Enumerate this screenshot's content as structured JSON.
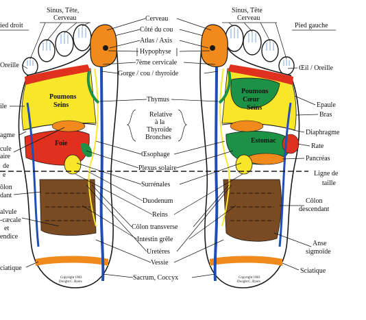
{
  "headers": {
    "right_foot": "ied droit",
    "left_foot": "Pied gauche"
  },
  "center_labels": {
    "cerveau": "Cerveau",
    "cote_du_cou": "Côté du cou",
    "atlas_axis": "Atlas / Axis",
    "hypophyse": "Hypophyse",
    "cervicale": "7ème cervicale",
    "gorge": "Gorge / cou / thyroïde",
    "thymus": "Thymus",
    "relative_1": "Relative",
    "relative_2": "à la",
    "relative_3": "Thyroïde",
    "relative_4": "Bronches",
    "oesophage": "Œsophage",
    "plexus": "Plexus solaire",
    "surrenales": "Surrénales",
    "duodenum": "Duodenum",
    "reins": "Reins",
    "colon_transverse": "Côlon transverse",
    "intestin": "Intestin grêle",
    "ureteres": "Uretères",
    "vessie": "Vessie",
    "sacrum": "Sacrum, Coccyx"
  },
  "left_side_labels": {
    "sinus_1": "Sinus, Tête,",
    "sinus_2": "Cerveau",
    "oreille": "Oreille",
    "epaule": "ile",
    "diaphragme": "agme",
    "vesicule_1": "cule",
    "vesicule_2": "aire",
    "ligne_1": "de",
    "ligne_2": "e",
    "colon_1": "ôlon",
    "colon_2": "dant",
    "valvule_1": "alvule",
    "valvule_2": "-cæcale",
    "valvule_3": "et",
    "valvule_4": "endice",
    "sciatique": "ciatique"
  },
  "right_side_labels": {
    "sinus_1": "Sinus, Tête",
    "sinus_2": "Cerveau",
    "oeil_oreille": "Œil / Oreille",
    "epaule": "Epaule",
    "bras": "Bras",
    "diaphragme": "Diaphragme",
    "rate": "Rate",
    "pancreas": "Pancréas",
    "ligne_1": "Ligne de",
    "ligne_2": "taille",
    "colon_1": "Côlon",
    "colon_2": "descendant",
    "anse_1": "Anse",
    "anse_2": "sigmoïde",
    "sciatique": "Sciatique"
  },
  "foot_regions": {
    "right": {
      "poumons_1": "Poumons",
      "poumons_2": "Seins",
      "foie": "Foie"
    },
    "left": {
      "poumons_1": "Poumons",
      "poumons_2": "Cœur",
      "poumons_3": "Seins",
      "estomac": "Estomac"
    }
  },
  "copyright": {
    "line_1": "Copyright 1983",
    "line_2": "Dwight C. Byers"
  },
  "colors": {
    "skin": "#ffffff",
    "outline": "#1a1a1a",
    "blue_spine": "#1f4fb5",
    "yellow": "#f7e62a",
    "red": "#e0311e",
    "orange": "#f08a1c",
    "green": "#1d9146",
    "brown": "#7a4a22",
    "lightblue": "#aac6e8"
  }
}
